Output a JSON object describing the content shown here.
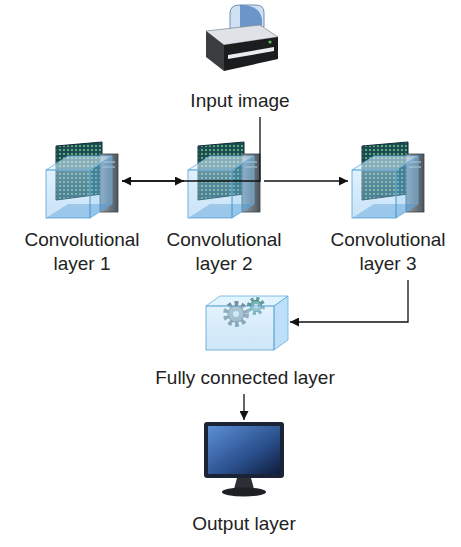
{
  "diagram": {
    "nodes": [
      {
        "text": [
          "Input image"
        ]
      },
      {
        "text": [
          "Convolutional layer 1"
        ]
      },
      {
        "text": [
          "Convolutional layer 2"
        ]
      },
      {
        "text": [
          "Convolutional layer 3"
        ]
      },
      {
        "text": [
          "Fully connected layer"
        ]
      },
      {
        "text": [
          "Output layer"
        ]
      }
    ],
    "edges": [
      {
        "from": 0,
        "to": 1,
        "arrow": "to"
      },
      {
        "from": 1,
        "to": 2,
        "arrow": "to"
      },
      {
        "from": 2,
        "to": 3,
        "arrow": "to"
      },
      {
        "from": 3,
        "to": 4,
        "arrow": "to"
      },
      {
        "from": 4,
        "to": 5,
        "arrow": "to"
      }
    ]
  }
}
